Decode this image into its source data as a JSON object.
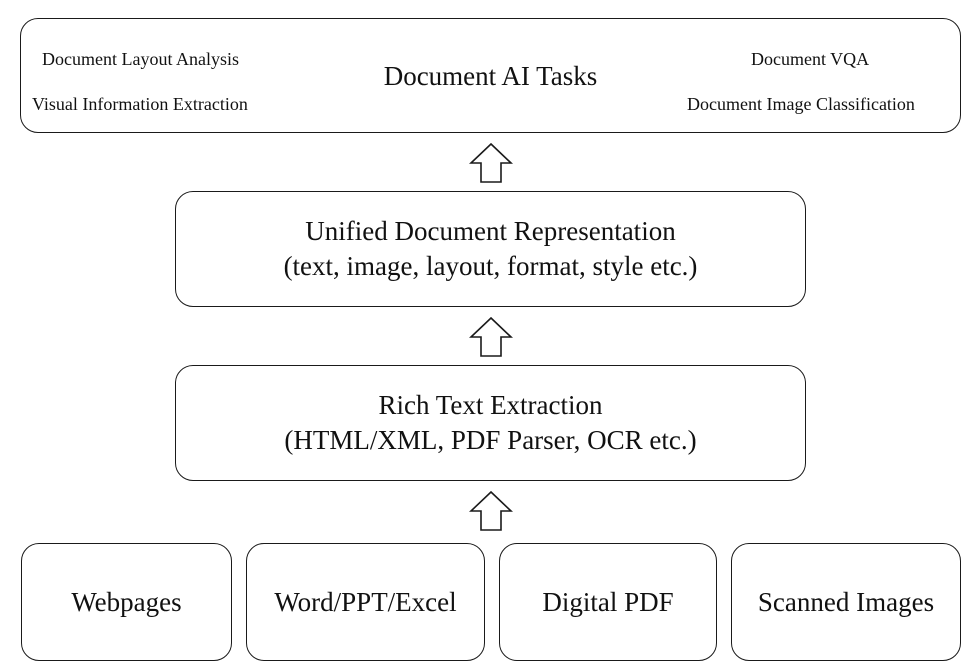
{
  "tasks_box": {
    "title": "Document AI Tasks",
    "left_tasks": [
      "Document Layout Analysis",
      "Visual Information Extraction"
    ],
    "right_tasks": [
      "Document VQA",
      "Document Image Classification"
    ]
  },
  "representation_box": {
    "line1": "Unified Document Representation",
    "line2": "(text, image, layout, format, style etc.)"
  },
  "extraction_box": {
    "line1": "Rich Text Extraction",
    "line2": "(HTML/XML, PDF Parser, OCR etc.)"
  },
  "sources": [
    "Webpages",
    "Word/PPT/Excel",
    "Digital PDF",
    "Scanned Images"
  ],
  "icons": {
    "arrow": "up-hollow-arrow-icon"
  },
  "colors": {
    "border": "#1a1a1a",
    "text": "#111111",
    "background": "#ffffff"
  }
}
